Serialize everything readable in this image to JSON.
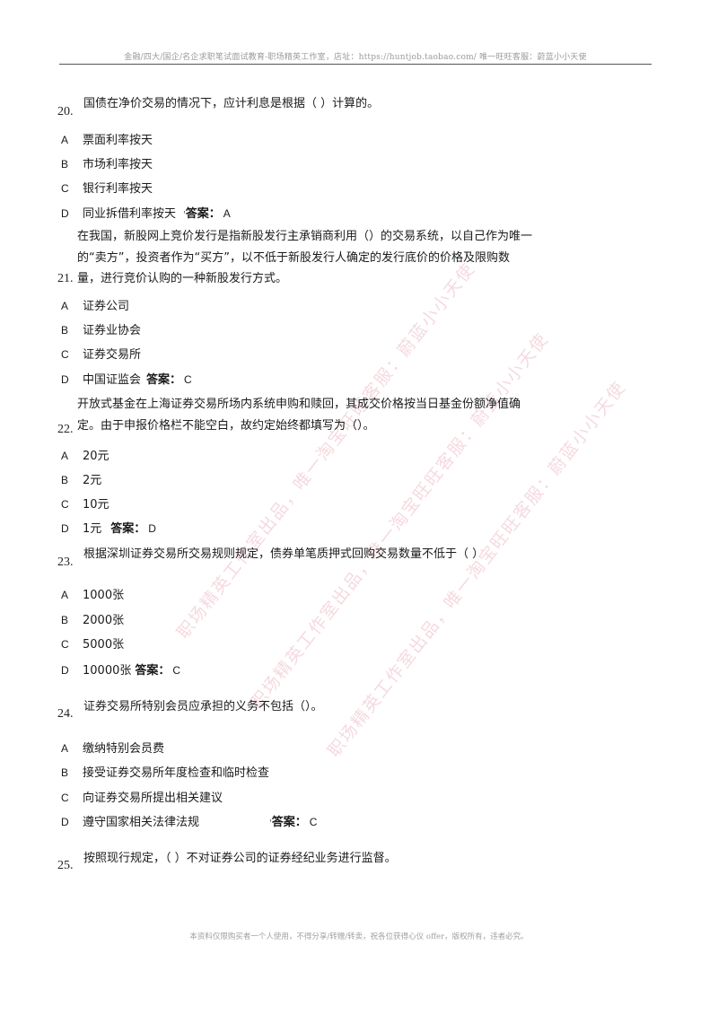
{
  "header": "金融/四大/国企/名企求职笔试面试教育-职场精英工作室，店址：https://huntjob.taobao.com/ 唯一旺旺客服：蔚蓝小小天使",
  "footer": "本资料仅限购买者一个人使用，不得分享/转赠/转卖，祝各位获得心仪 offer，版权所有，违者必究。",
  "answer_label": "答案：",
  "watermarks": [
    "职场精英工作室出品，唯一淘宝旺旺客服：蔚蓝小小天使",
    "职场精英工作室出品，唯一淘宝旺旺客服：蔚蓝小小天使",
    "职场精英工作室出品，唯一淘宝旺旺客服：蔚蓝小小天使"
  ],
  "questions": [
    {
      "number": "20.",
      "lines": [
        "国债在净价交易的情况下，应计利息是根据（ ）计算的。"
      ],
      "options": [
        {
          "letter": "A",
          "text": "票面利率按天"
        },
        {
          "letter": "B",
          "text": "市场利率按天"
        },
        {
          "letter": "C",
          "text": "银行利率按天"
        },
        {
          "letter": "D",
          "text": "同业拆借利率按天"
        }
      ],
      "answer": "A"
    },
    {
      "number": "21.",
      "lines": [
        "在我国，新股网上竞价发行是指新股发行主承销商利用（）的交易系统，以自己作为唯一",
        "的“卖方”，投资者作为“买方”，以不低于新股发行人确定的发行底价的价格及限购数",
        "量，进行竞价认购的一种新股发行方式。"
      ],
      "options": [
        {
          "letter": "A",
          "text": "证券公司"
        },
        {
          "letter": "B",
          "text": "证券业协会"
        },
        {
          "letter": "C",
          "text": "证券交易所"
        },
        {
          "letter": "D",
          "text": "中国证监会"
        }
      ],
      "answer": "C"
    },
    {
      "number": "22.",
      "lines": [
        "开放式基金在上海证券交易所场内系统申购和赎回，其成交价格按当日基金份额净值确",
        "定。由于申报价格栏不能空白，故约定始终都填写为（）。"
      ],
      "options": [
        {
          "letter": "A",
          "text": "20元"
        },
        {
          "letter": "B",
          "text": "2元"
        },
        {
          "letter": "C",
          "text": "10元"
        },
        {
          "letter": "D",
          "text": "1元"
        }
      ],
      "answer": "D"
    },
    {
      "number": "23.",
      "lines": [
        "根据深圳证券交易所交易规则规定，债券单笔质押式回购交易数量不低于（ ）"
      ],
      "options": [
        {
          "letter": "A",
          "text": "1000张"
        },
        {
          "letter": "B",
          "text": "2000张"
        },
        {
          "letter": "C",
          "text": "5000张"
        },
        {
          "letter": "D",
          "text": "10000张"
        }
      ],
      "answer": "C"
    },
    {
      "number": "24.",
      "lines": [
        "证券交易所特别会员应承担的义务不包括（）。"
      ],
      "options": [
        {
          "letter": "A",
          "text": "缴纳特别会员费"
        },
        {
          "letter": "B",
          "text": "接受证券交易所年度检查和临时检查"
        },
        {
          "letter": "C",
          "text": "向证券交易所提出相关建议"
        },
        {
          "letter": "D",
          "text": "遵守国家相关法律法规"
        }
      ],
      "answer": "C"
    },
    {
      "number": "25.",
      "lines": [
        "按照现行规定，（ ）不对证券公司的证券经纪业务进行监督。"
      ],
      "options": [],
      "answer": ""
    }
  ]
}
